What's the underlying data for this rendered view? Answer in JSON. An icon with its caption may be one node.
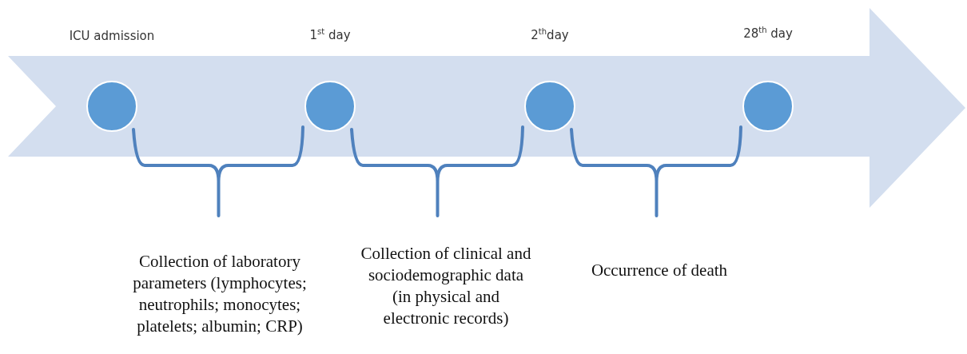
{
  "diagram": {
    "nodes": [
      {
        "text": [],
        "shape": "circle",
        "beside": [
          "ICU admission"
        ]
      },
      {
        "text": [],
        "shape": "circle",
        "beside": [
          "1$^{st}$ day"
        ]
      },
      {
        "text": [],
        "shape": "circle",
        "beside": [
          "2$^{th}$day"
        ]
      },
      {
        "text": [],
        "shape": "circle",
        "beside": [
          "28$^{th}$ day"
        ]
      }
    ],
    "labels": [
      "Collection of laboratory parameters (lymphocytes; neutrophils; monocytes; platelets; albumin; CRP)",
      "Collection of clinical and sociodemographic data (in physical and electronic records)",
      "Occurrence of death"
    ]
  }
}
